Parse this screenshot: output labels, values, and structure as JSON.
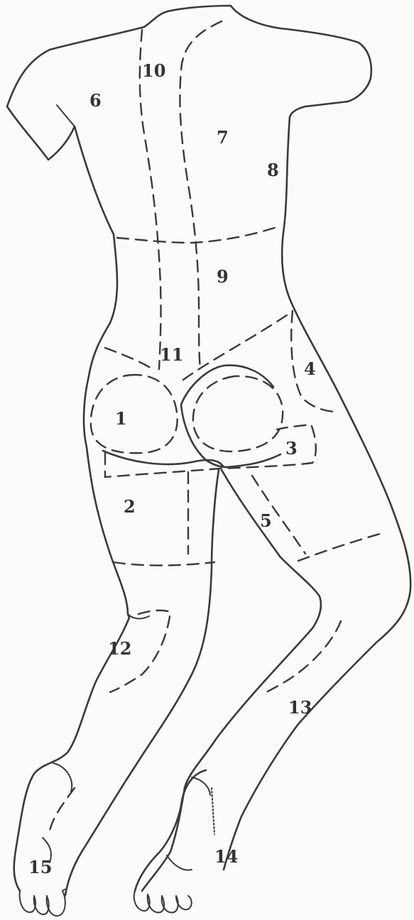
{
  "diagram": {
    "regions": [
      {
        "id": "1",
        "label": "1"
      },
      {
        "id": "2",
        "label": "2"
      },
      {
        "id": "3",
        "label": "3"
      },
      {
        "id": "4",
        "label": "4"
      },
      {
        "id": "5",
        "label": "5"
      },
      {
        "id": "6",
        "label": "6"
      },
      {
        "id": "7",
        "label": "7"
      },
      {
        "id": "8",
        "label": "8"
      },
      {
        "id": "9",
        "label": "9"
      },
      {
        "id": "10",
        "label": "10"
      },
      {
        "id": "11",
        "label": "11"
      },
      {
        "id": "12",
        "label": "12"
      },
      {
        "id": "13",
        "label": "13"
      },
      {
        "id": "14",
        "label": "14"
      },
      {
        "id": "15",
        "label": "15"
      }
    ],
    "colors": {
      "ink": "#3a3a3a",
      "paper": "#fbfbfa"
    }
  }
}
